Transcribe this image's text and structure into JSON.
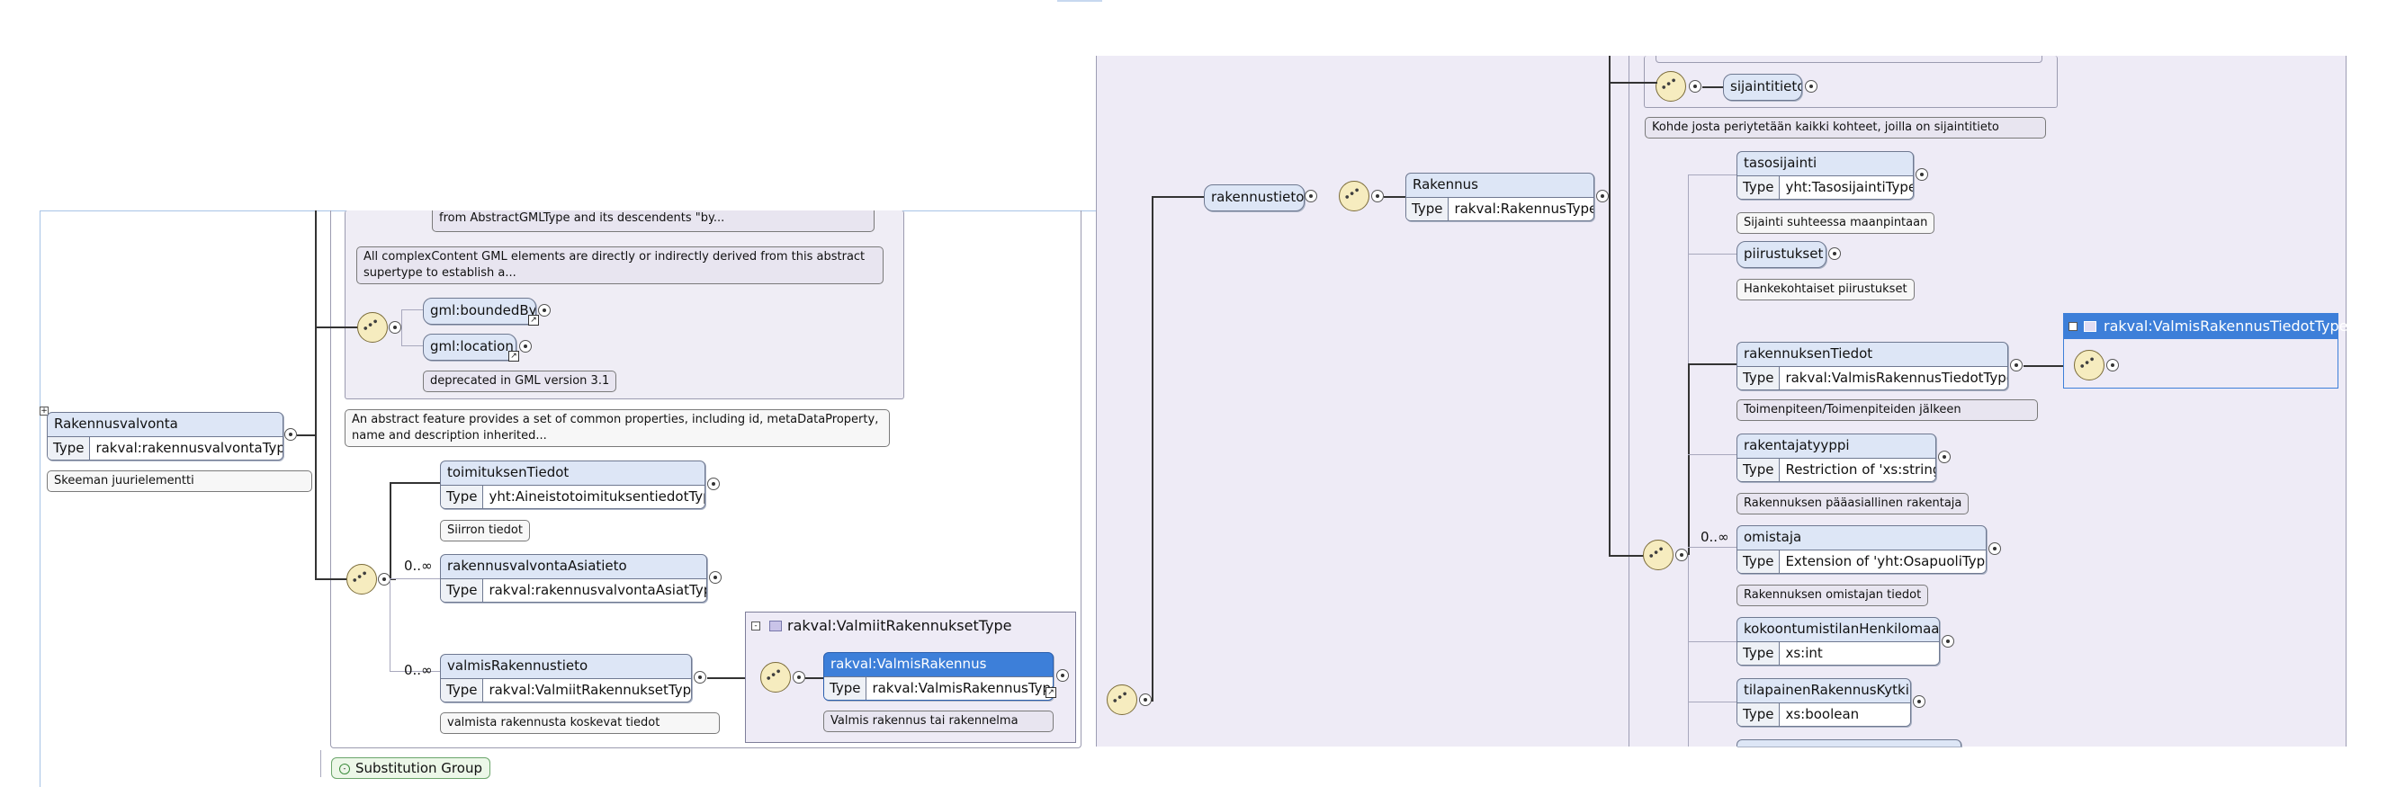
{
  "left": {
    "root": {
      "name": "Rakennusvalvonta",
      "type_key": "Type",
      "type_val": "rakval:rakennusvalvontaType",
      "note": "Skeeman juurielementti"
    },
    "top_notes": {
      "derived_from": "from AbstractGMLType and its descendents \"by...",
      "all_complex": "All complexContent GML elements are directly or indirectly derived from this abstract supertype to establish a...",
      "deprecated": "deprecated in GML version 3.1",
      "abstract_feature": "An abstract feature provides a set of common properties, including id, metaDataProperty, name and description inherited..."
    },
    "gml_bounded": "gml:boundedBy",
    "gml_location": "gml:location",
    "toimituksen": {
      "name": "toimituksenTiedot",
      "type_key": "Type",
      "type_val": "yht:AineistotoimituksentiedotType",
      "note": "Siirron tiedot"
    },
    "asiatieto": {
      "occ": "0..∞",
      "name": "rakennusvalvontaAsiatieto",
      "type_key": "Type",
      "type_val": "rakval:rakennusvalvontaAsiatType"
    },
    "valmis": {
      "occ": "0..∞",
      "name": "valmisRakennustieto",
      "type_key": "Type",
      "type_val": "rakval:ValmiitRakennuksetType",
      "note": "valmista rakennusta koskevat tiedot"
    },
    "ctype": {
      "title": "rakval:ValmiitRakennuksetType",
      "el_name": "rakval:ValmisRakennus",
      "el_type_key": "Type",
      "el_type_val": "rakval:ValmisRakennusType",
      "note": "Valmis rakennus tai rakennelma"
    },
    "subst_group": "Substitution Group"
  },
  "right": {
    "sijaintitieto": "sijaintitieto",
    "kohde_note": "Kohde josta periytetään kaikki kohteet, joilla on sijaintitieto",
    "rakennustieto": "rakennustieto",
    "rakennus": {
      "name": "Rakennus",
      "type_key": "Type",
      "type_val": "rakval:RakennusType"
    },
    "children": [
      {
        "name": "tasosijainti",
        "type_key": "Type",
        "type_val": "yht:TasosijaintiType",
        "note": "Sijainti suhteessa maanpintaan"
      },
      {
        "name": "piirustukset",
        "note": "Hankekohtaiset piirustukset"
      },
      {
        "name": "rakennuksenTiedot",
        "type_key": "Type",
        "type_val": "rakval:ValmisRakennusTiedotType",
        "note": "Toimenpiteen/Toimenpiteiden jälkeen"
      },
      {
        "name": "rakentajatyyppi",
        "type_key": "Type",
        "type_val": "Restriction of 'xs:string'",
        "note": "Rakennuksen pääasiallinen rakentaja"
      },
      {
        "name": "omistaja",
        "type_key": "Type",
        "type_val": "Extension of 'yht:OsapuoliType'",
        "note": "Rakennuksen omistajan tiedot"
      },
      {
        "name": "kokoontumistilanHenkilomaara",
        "type_key": "Type",
        "type_val": "xs:int"
      },
      {
        "name": "tilapainenRakennusKytkin",
        "type_key": "Type",
        "type_val": "xs:boolean"
      }
    ],
    "omistaja_occ": "0..∞",
    "tiedot_type_box": "rakval:ValmisRakennusTiedotType"
  },
  "icons": [
    "sequence-icon",
    "connector-dot-icon",
    "expand-toggle-icon",
    "complex-type-icon",
    "link-arrow-icon"
  ]
}
